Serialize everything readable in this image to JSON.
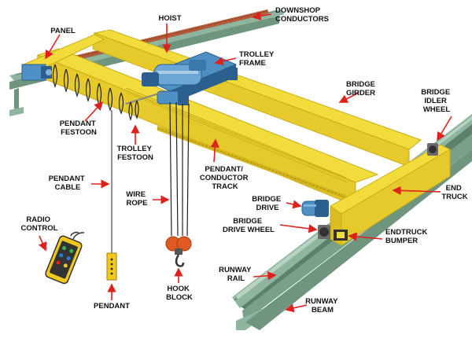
{
  "colors": {
    "yellow": "#f2dc3c",
    "yellow_dark": "#c9ad16",
    "blue": "#4e8fc4",
    "blue_dark": "#2a5f8f",
    "rail_green": "#8fb4a0",
    "rail_dark": "#5d7f6c",
    "conductor": "#b35a3a",
    "arrow_red": "#e0201b",
    "hook_red": "#e05a22",
    "remote_yellow": "#f2c81c"
  },
  "labels": {
    "hoist": {
      "lines": [
        "HOIST"
      ]
    },
    "downshop_conductors": {
      "lines": [
        "DOWNSHOP",
        "CONDUCTORS"
      ]
    },
    "panel": {
      "lines": [
        "PANEL"
      ]
    },
    "trolley_frame": {
      "lines": [
        "TROLLEY",
        "FRAME"
      ]
    },
    "bridge_girder": {
      "lines": [
        "BRIDGE",
        "GIRDER"
      ]
    },
    "bridge_idler_wheel": {
      "lines": [
        "BRIDGE",
        "IDLER",
        "WHEEL"
      ]
    },
    "pendant_festoon": {
      "lines": [
        "PENDANT",
        "FESTOON"
      ]
    },
    "trolley_festoon": {
      "lines": [
        "TROLLEY",
        "FESTOON"
      ]
    },
    "pendant_cable": {
      "lines": [
        "PENDANT",
        "CABLE"
      ]
    },
    "wire_rope": {
      "lines": [
        "WIRE",
        "ROPE"
      ]
    },
    "pendant_conductor_track": {
      "lines": [
        "PENDANT/",
        "CONDUCTOR",
        "TRACK"
      ]
    },
    "bridge_drive": {
      "lines": [
        "BRIDGE",
        "DRIVE"
      ]
    },
    "end_truck": {
      "lines": [
        "END",
        "TRUCK"
      ]
    },
    "bridge_drive_wheel": {
      "lines": [
        "BRIDGE",
        "DRIVE WHEEL"
      ]
    },
    "endtruck_bumper": {
      "lines": [
        "ENDTRUCK",
        "BUMPER"
      ]
    },
    "radio_control": {
      "lines": [
        "RADIO",
        "CONTROL"
      ]
    },
    "pendant": {
      "lines": [
        "PENDANT"
      ]
    },
    "hook_block": {
      "lines": [
        "HOOK",
        "BLOCK"
      ]
    },
    "runway_rail": {
      "lines": [
        "RUNWAY",
        "RAIL"
      ]
    },
    "runway_beam": {
      "lines": [
        "RUNWAY",
        "BEAM"
      ]
    }
  }
}
